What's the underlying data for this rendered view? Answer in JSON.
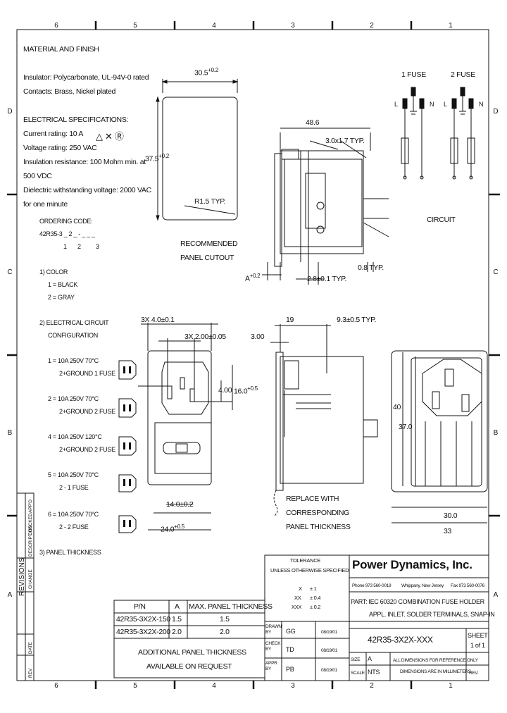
{
  "border": {
    "cols": [
      "6",
      "5",
      "4",
      "3",
      "2",
      "1"
    ],
    "rows": [
      "D",
      "C",
      "B",
      "A"
    ]
  },
  "notes": {
    "material_title": "MATERIAL AND FINISH",
    "insulator": "Insulator: Polycarbonate, UL-94V-0 rated",
    "contacts": "Contacts: Brass, Nickel plated",
    "elec_title": "ELECTRICAL SPECIFICATIONS:",
    "current": "Current rating: 10 A",
    "voltage": "Voltage rating: 250 VAC",
    "insulation_1": "Insulation resistance: 100 Mohm min. at",
    "insulation_2": "500 VDC",
    "dielectric_1": "Dielectric withstanding voltage: 2000 VAC",
    "dielectric_2": "for one minute",
    "ordering_title": "ORDERING CODE:",
    "ordering_code": "42R35-3 _ 2 _ - _ _ _",
    "ordering_idx": [
      "1",
      "2",
      "3"
    ],
    "color_title": "1) COLOR",
    "color_1": "1 = BLACK",
    "color_2": "2 = GRAY",
    "circuit_title_1": "2) ELECTRICAL CIRCUIT",
    "circuit_title_2": "CONFIGURATION",
    "panel_title": "3) PANEL THICKNESS"
  },
  "configs": [
    {
      "l1": "1 = 10A 250V 70°C",
      "l2": "2+GROUND 1 FUSE"
    },
    {
      "l1": "2 = 10A 250V 70°C",
      "l2": "2+GROUND 2 FUSE"
    },
    {
      "l1": "4 = 10A 250V 120°C",
      "l2": "2+GROUND 2 FUSE"
    },
    {
      "l1": "5 = 10A 250V 70°C",
      "l2": "2 - 1 FUSE"
    },
    {
      "l1": "6 = 10A 250V 70°C",
      "l2": "2 - 2 FUSE"
    }
  ],
  "cutout": {
    "width_dim": "30.5",
    "width_tol": "+0.2",
    "height_dim": "37.5",
    "height_tol": "+0.2",
    "radius": "R1.5 TYP.",
    "label_1": "RECOMMENDED",
    "label_2": "PANEL CUTOUT"
  },
  "side_view": {
    "dim_486": "48.6",
    "dim_3x17": "3.0x1.7 TYP.",
    "dim_a": "A",
    "dim_a_tol": "+0.2",
    "dim_28": "2.8±0.1 TYP.",
    "dim_08": "0.8 TYP."
  },
  "circuit": {
    "fuse1": "1 FUSE",
    "fuse2": "2 FUSE",
    "L": "L",
    "N": "N",
    "label": "CIRCUIT"
  },
  "front": {
    "dim_3x4": "3X 4.0±0.1",
    "dim_3x2": "3X 2.00±0.05",
    "dim_400": "4.00",
    "dim_160": "16.0",
    "dim_160_tol": "+0.5",
    "dim_140": "14.0±0.2",
    "dim_240": "24.0",
    "dim_240_tol": "+0.5"
  },
  "profile": {
    "dim_19": "19",
    "dim_93": "9.3±0.5 TYP.",
    "dim_300": "3.00",
    "replace_1": "REPLACE WITH",
    "replace_2": "CORRESPONDING",
    "replace_3": "PANEL THICKNESS"
  },
  "rear": {
    "dim_40": "40",
    "dim_370": "37.0",
    "dim_300": "30.0",
    "dim_33": "33"
  },
  "pn_table": {
    "headers": [
      "P/N",
      "A",
      "MAX. PANEL THICKNESS"
    ],
    "rows": [
      [
        "42R35-3X2X-150",
        "1.5",
        "1.5"
      ],
      [
        "42R35-3X2X-200",
        "2.0",
        "2.0"
      ]
    ],
    "note_1": "ADDITIONAL PANEL THICKNESS",
    "note_2": "AVAILABLE ON REQUEST"
  },
  "revisions": {
    "title": "REVISIONS",
    "cols": [
      "REV",
      "DATE",
      "CHANGE",
      "DESCRIPTION",
      "CHECKED",
      "APP'D"
    ]
  },
  "title_block": {
    "tolerance": "TOLERANCE",
    "unless": "UNLESS OTHERWISE SPECIFIED",
    "tol_x": "X",
    "tol_x_val": "±  1",
    "tol_xx": "XX",
    "tol_xx_val": "±  0.4",
    "tol_xxx": "XXX",
    "tol_xxx_val": "±  0.2",
    "drawn_label": "DRAWN BY",
    "drawn_by": "GG",
    "drawn_date": "08/19/01",
    "check_label": "CHECK BY",
    "check_by": "TD",
    "check_date": "08/19/01",
    "appr_label": "APPR BY",
    "appr_by": "PB",
    "appr_date": "08/19/01",
    "company": "Power Dynamics, Inc.",
    "phone": "Phone 973 560-0019",
    "city": "Whippany, New Jersey",
    "fax": "Fax 973 560-0076",
    "part_1": "PART: IEC 60320 COMBINATION FUSE HOLDER",
    "part_2": "APPL. INLET. SOLDER TERMINALS, SNAP-IN",
    "part_no": "42R35-3X2X-XXX",
    "sheet_label": "SHEET",
    "sheet_val": "1 of 1",
    "size_label": "SIZE",
    "size_val": "A",
    "scale_label": "SCALE",
    "scale_val": "NTS",
    "dims_note_1": "ALL DIMENSIONS FOR REFERENCE ONLY",
    "dims_note_2": "DIMENSIONS ARE IN MILLIMETERS",
    "rev_label": "REV."
  }
}
